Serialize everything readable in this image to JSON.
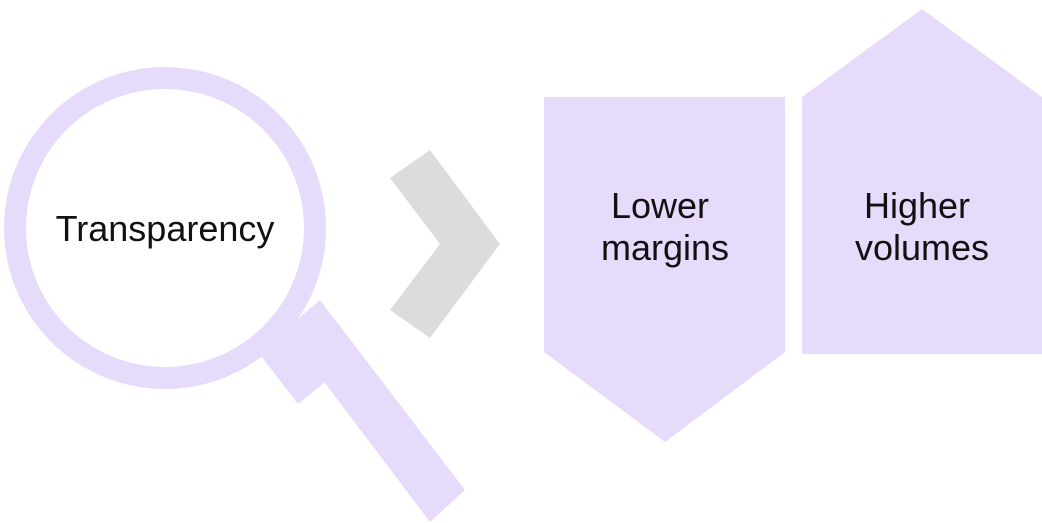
{
  "colors": {
    "lens_ring": "#e6dbfa",
    "lens_fill": "#ffffff",
    "handle": "#e6dbfa",
    "chevron": "#dcdcdc",
    "down_arrow": "#e6dbfa",
    "up_arrow": "#e6dbfa",
    "text": "#111111"
  },
  "icons": {
    "magnifier": "magnifying-glass-icon",
    "chevron": "chevron-right-icon",
    "down_arrow": "down-arrow-shape",
    "up_arrow": "up-arrow-shape"
  },
  "magnifier": {
    "label": "Transparency"
  },
  "down_arrow": {
    "line1": "Lower",
    "line2": "margins"
  },
  "up_arrow": {
    "line1": "Higher",
    "line2": "volumes"
  }
}
